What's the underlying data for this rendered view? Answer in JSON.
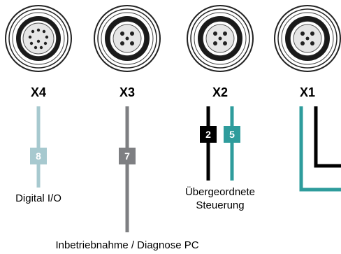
{
  "connectors": [
    {
      "id": "X4",
      "label": "X4"
    },
    {
      "id": "X3",
      "label": "X3"
    },
    {
      "id": "X2",
      "label": "X2"
    },
    {
      "id": "X1",
      "label": "X1"
    }
  ],
  "lines": [
    {
      "number": "8",
      "color": "#a7c9cf",
      "description": "Digital I/O"
    },
    {
      "number": "7",
      "color": "#7e7f82",
      "description": "Inbetriebnahme / Diagnose PC"
    },
    {
      "number": "2",
      "color": "#000000",
      "description": "Übergeordnete"
    },
    {
      "number": "5",
      "color": "#2e9c9c",
      "description": "Steuerung"
    }
  ],
  "labels": {
    "digital_io": "Digital I/O",
    "commissioning_pc": "Inbetriebnahme / Diagnose PC",
    "controller_line1": "Übergeordnete",
    "controller_line2": "Steuerung"
  },
  "colors": {
    "light_teal": "#a7c9cf",
    "gray": "#7e7f82",
    "black": "#000000",
    "teal": "#2e9c9c"
  }
}
